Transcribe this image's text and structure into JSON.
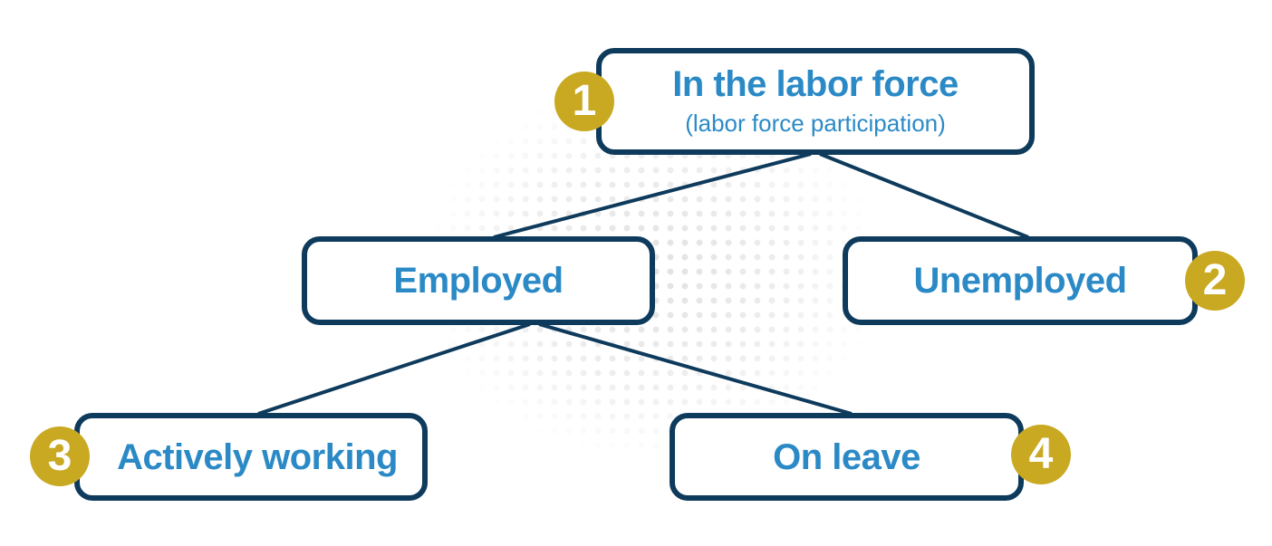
{
  "colors": {
    "navy": "#0e3a5c",
    "blue_text": "#2b8ac6",
    "gold_badge": "#c9a922"
  },
  "nodes": {
    "labor_force": {
      "label": "In the labor force",
      "sublabel": "(labor force participation)",
      "badge": "1"
    },
    "unemployed": {
      "label": "Unemployed",
      "badge": "2"
    },
    "employed": {
      "label": "Employed"
    },
    "actively_working": {
      "label": "Actively working",
      "badge": "3"
    },
    "on_leave": {
      "label": "On leave",
      "badge": "4"
    }
  }
}
